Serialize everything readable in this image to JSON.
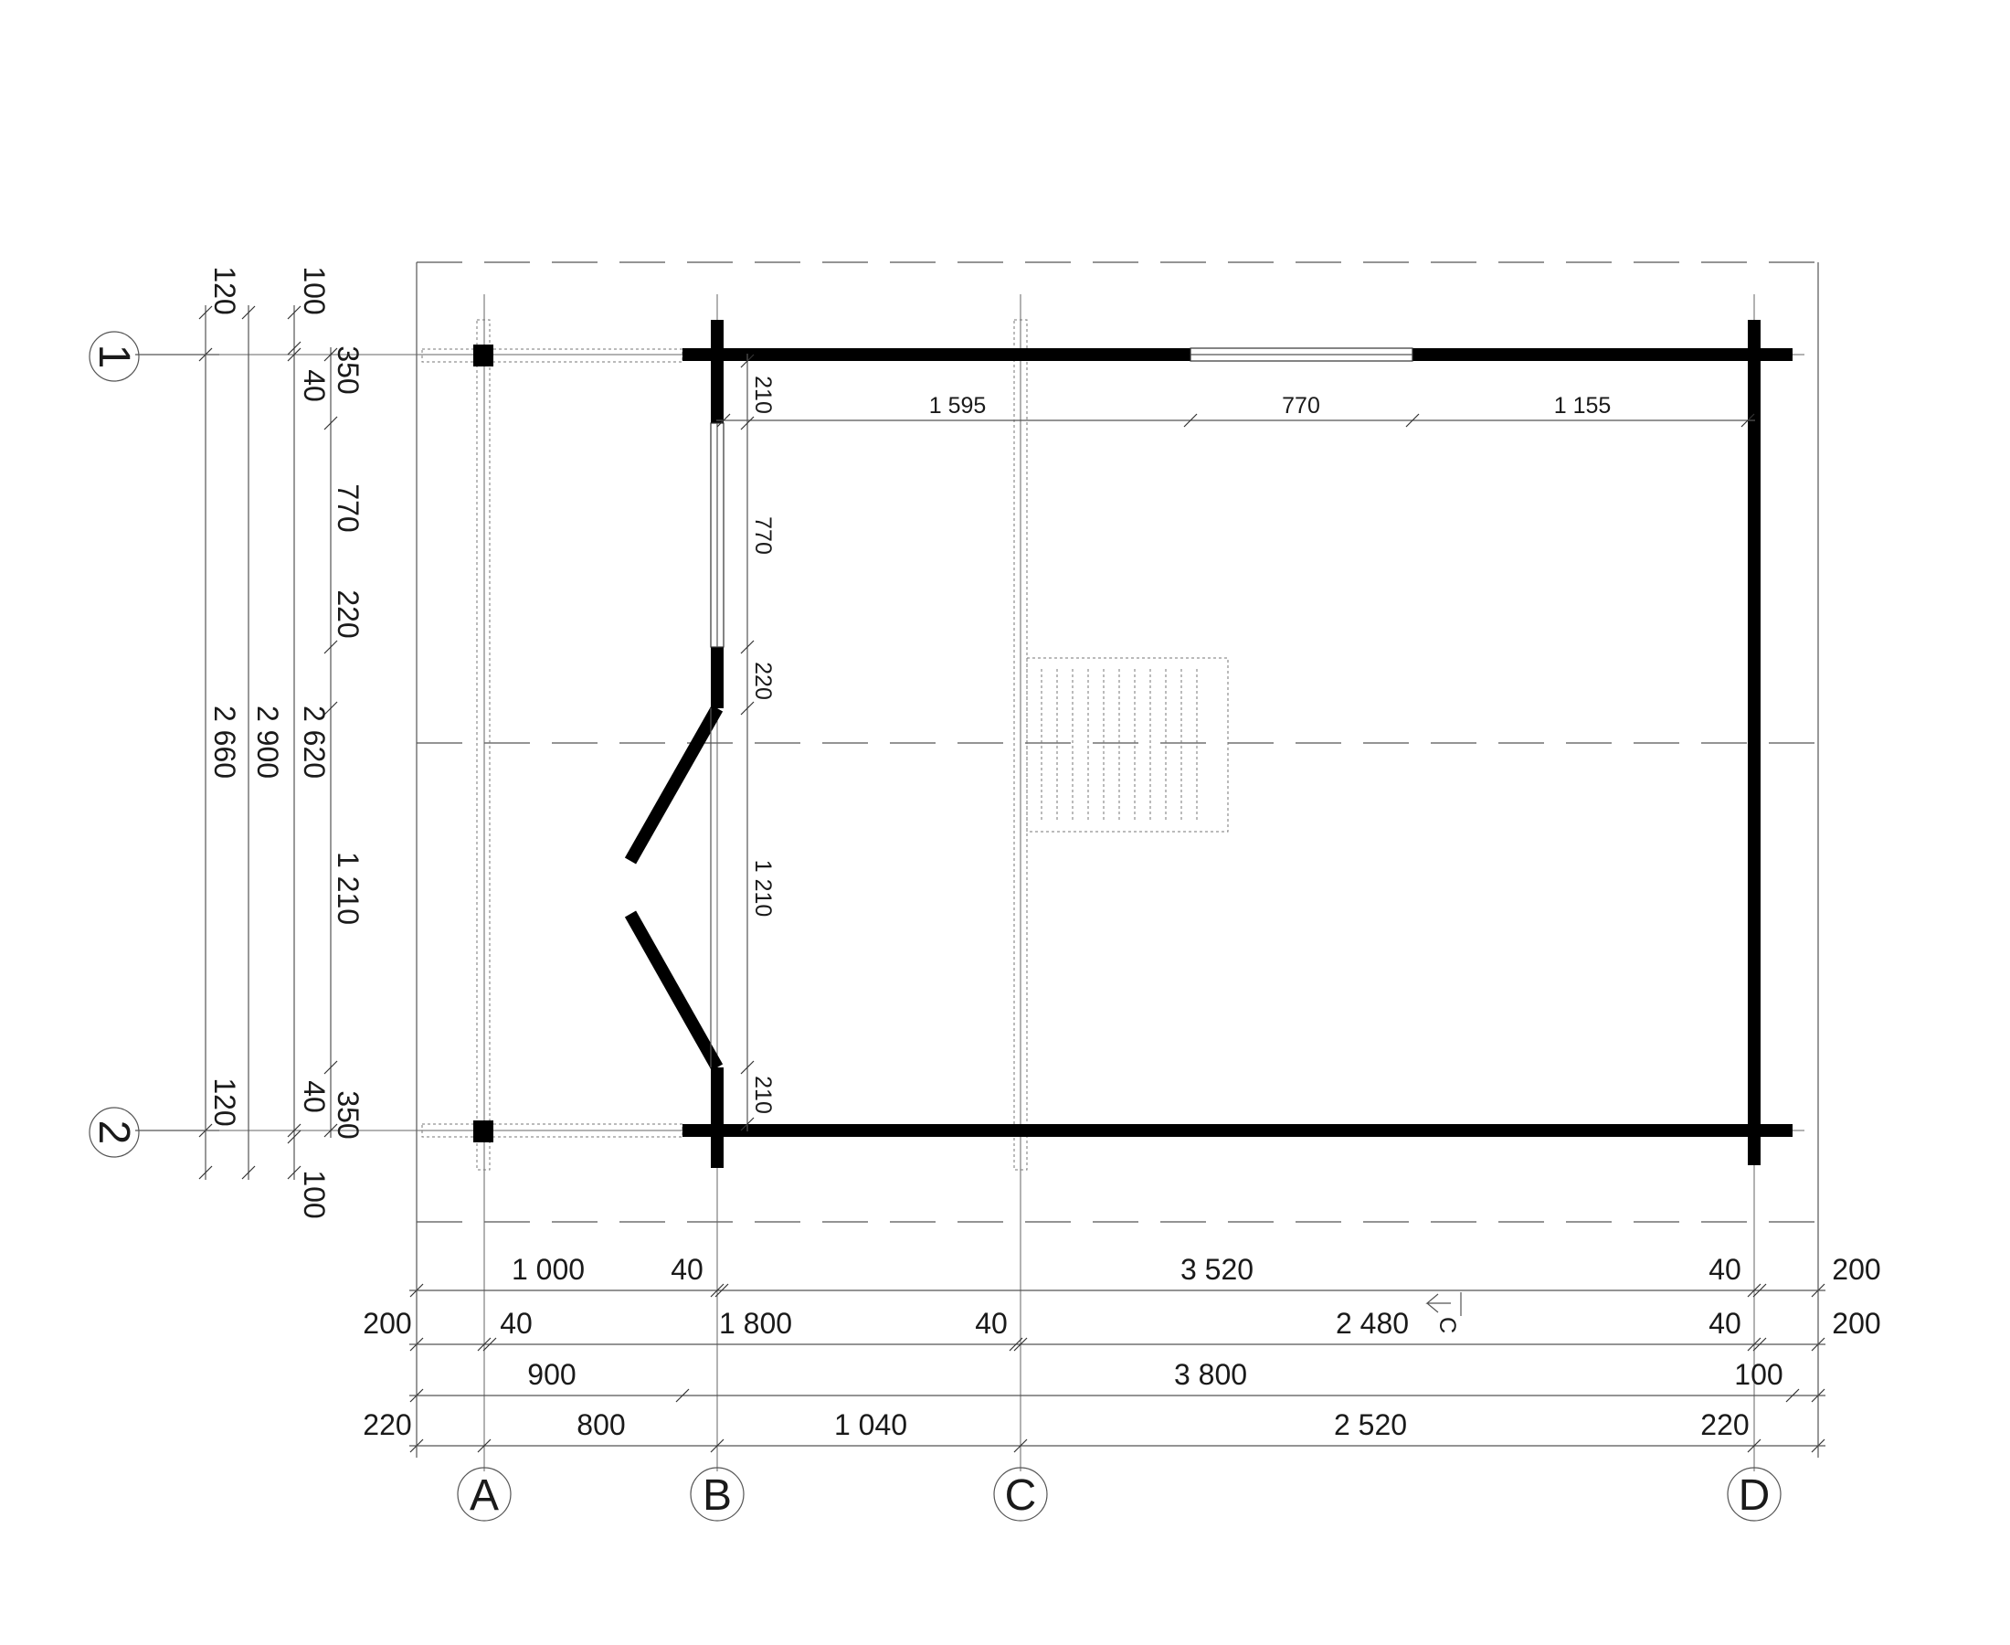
{
  "axes": {
    "columns": [
      "A",
      "B",
      "C",
      "D"
    ],
    "rows": [
      "1",
      "2"
    ]
  },
  "dims_bottom": {
    "row1": [
      "1 000",
      "40",
      "3 520",
      "40",
      "200"
    ],
    "row2": [
      "200",
      "40",
      "1 800",
      "40",
      "2 480",
      "40",
      "200"
    ],
    "row3": [
      "900",
      "3 800",
      "100"
    ],
    "row4": [
      "220",
      "800",
      "1 040",
      "2 520",
      "220"
    ]
  },
  "dims_left": {
    "col1": [
      "120",
      "2 660",
      "120"
    ],
    "col2": [
      "2 900"
    ],
    "col3": [
      "100",
      "40",
      "2 620",
      "40",
      "100"
    ],
    "col4": [
      "350",
      "770",
      "220",
      "1 210",
      "350"
    ]
  },
  "dims_inner": {
    "top": [
      "1 595",
      "770",
      "1 155"
    ],
    "side": [
      "210",
      "770",
      "220",
      "1 210",
      "210"
    ]
  },
  "section_marker": "C"
}
